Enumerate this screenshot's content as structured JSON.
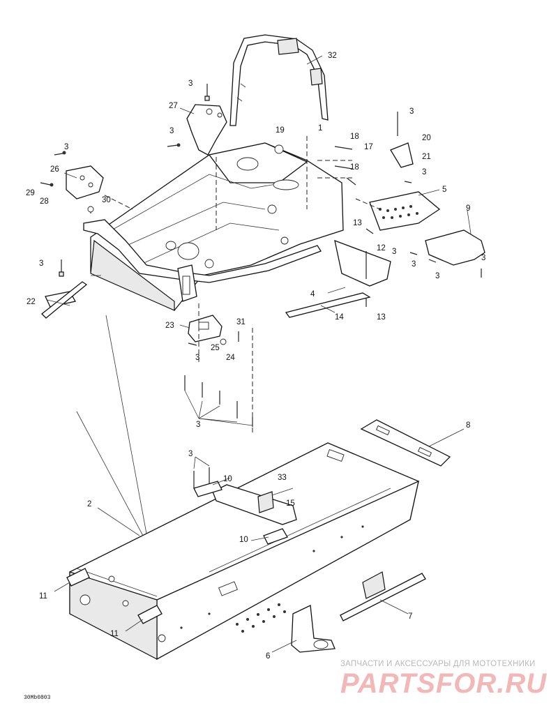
{
  "callouts": {
    "c2": "2",
    "c3a": "3",
    "c3b": "3",
    "c3c": "3",
    "c3d": "3",
    "c3e": "3",
    "c3f": "3",
    "c3g": "3",
    "c3h": "3",
    "c3i": "3",
    "c3j": "3",
    "c3k": "3",
    "c3l": "3",
    "c3m": "3",
    "c4": "4",
    "c5": "5",
    "c6": "6",
    "c7": "7",
    "c8": "8",
    "c9": "9",
    "c10a": "10",
    "c10b": "10",
    "c11a": "11",
    "c11b": "11",
    "c12": "12",
    "c13a": "13",
    "c13b": "13",
    "c14": "14",
    "c15": "15",
    "c17": "17",
    "c18a": "18",
    "c18b": "18",
    "c19": "19",
    "c20": "20",
    "c21": "21",
    "c22": "22",
    "c23": "23",
    "c24": "24",
    "c25": "25",
    "c26": "26",
    "c27": "27",
    "c28": "28",
    "c29": "29",
    "c30": "30",
    "c31": "31",
    "c32": "32",
    "c33": "33",
    "c1small": "1"
  },
  "drawing_code": "30Mb0803",
  "watermark": {
    "tagline": "ЗАПЧАСТИ И АКСЕССУАРЫ ДЛЯ МОТОТЕХНИКИ",
    "logo": "PARTSFOR.RU"
  }
}
